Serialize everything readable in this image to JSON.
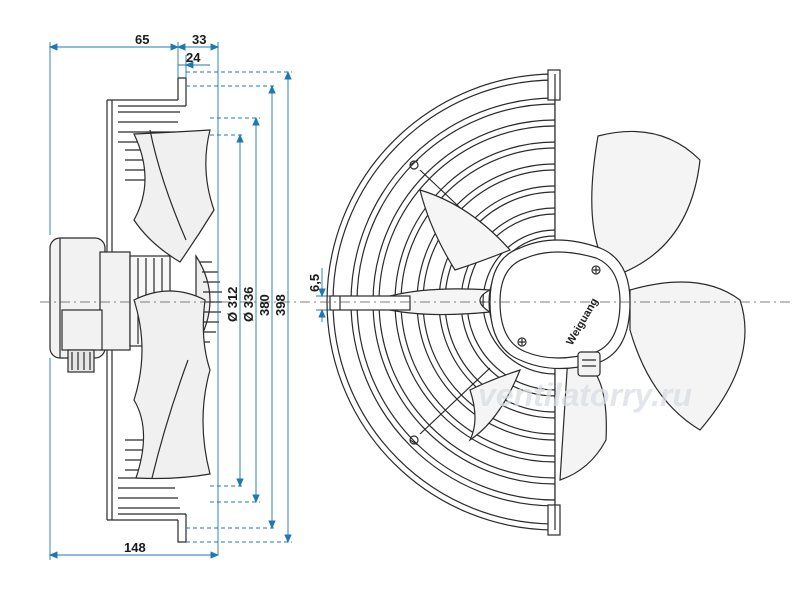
{
  "dimensions": {
    "top": [
      "65",
      "33",
      "24"
    ],
    "bottom": "148",
    "right": [
      "Ø 312",
      "Ø 336",
      "380",
      "398"
    ],
    "shaft": "6,5"
  },
  "logo_text": "Weiguang",
  "watermark": "ventilatorry.ru",
  "colors": {
    "line": "#2a2a2a",
    "dim": "#1f78b4",
    "fill": "#f2f2f2",
    "watermark": "#cfd5dc"
  }
}
